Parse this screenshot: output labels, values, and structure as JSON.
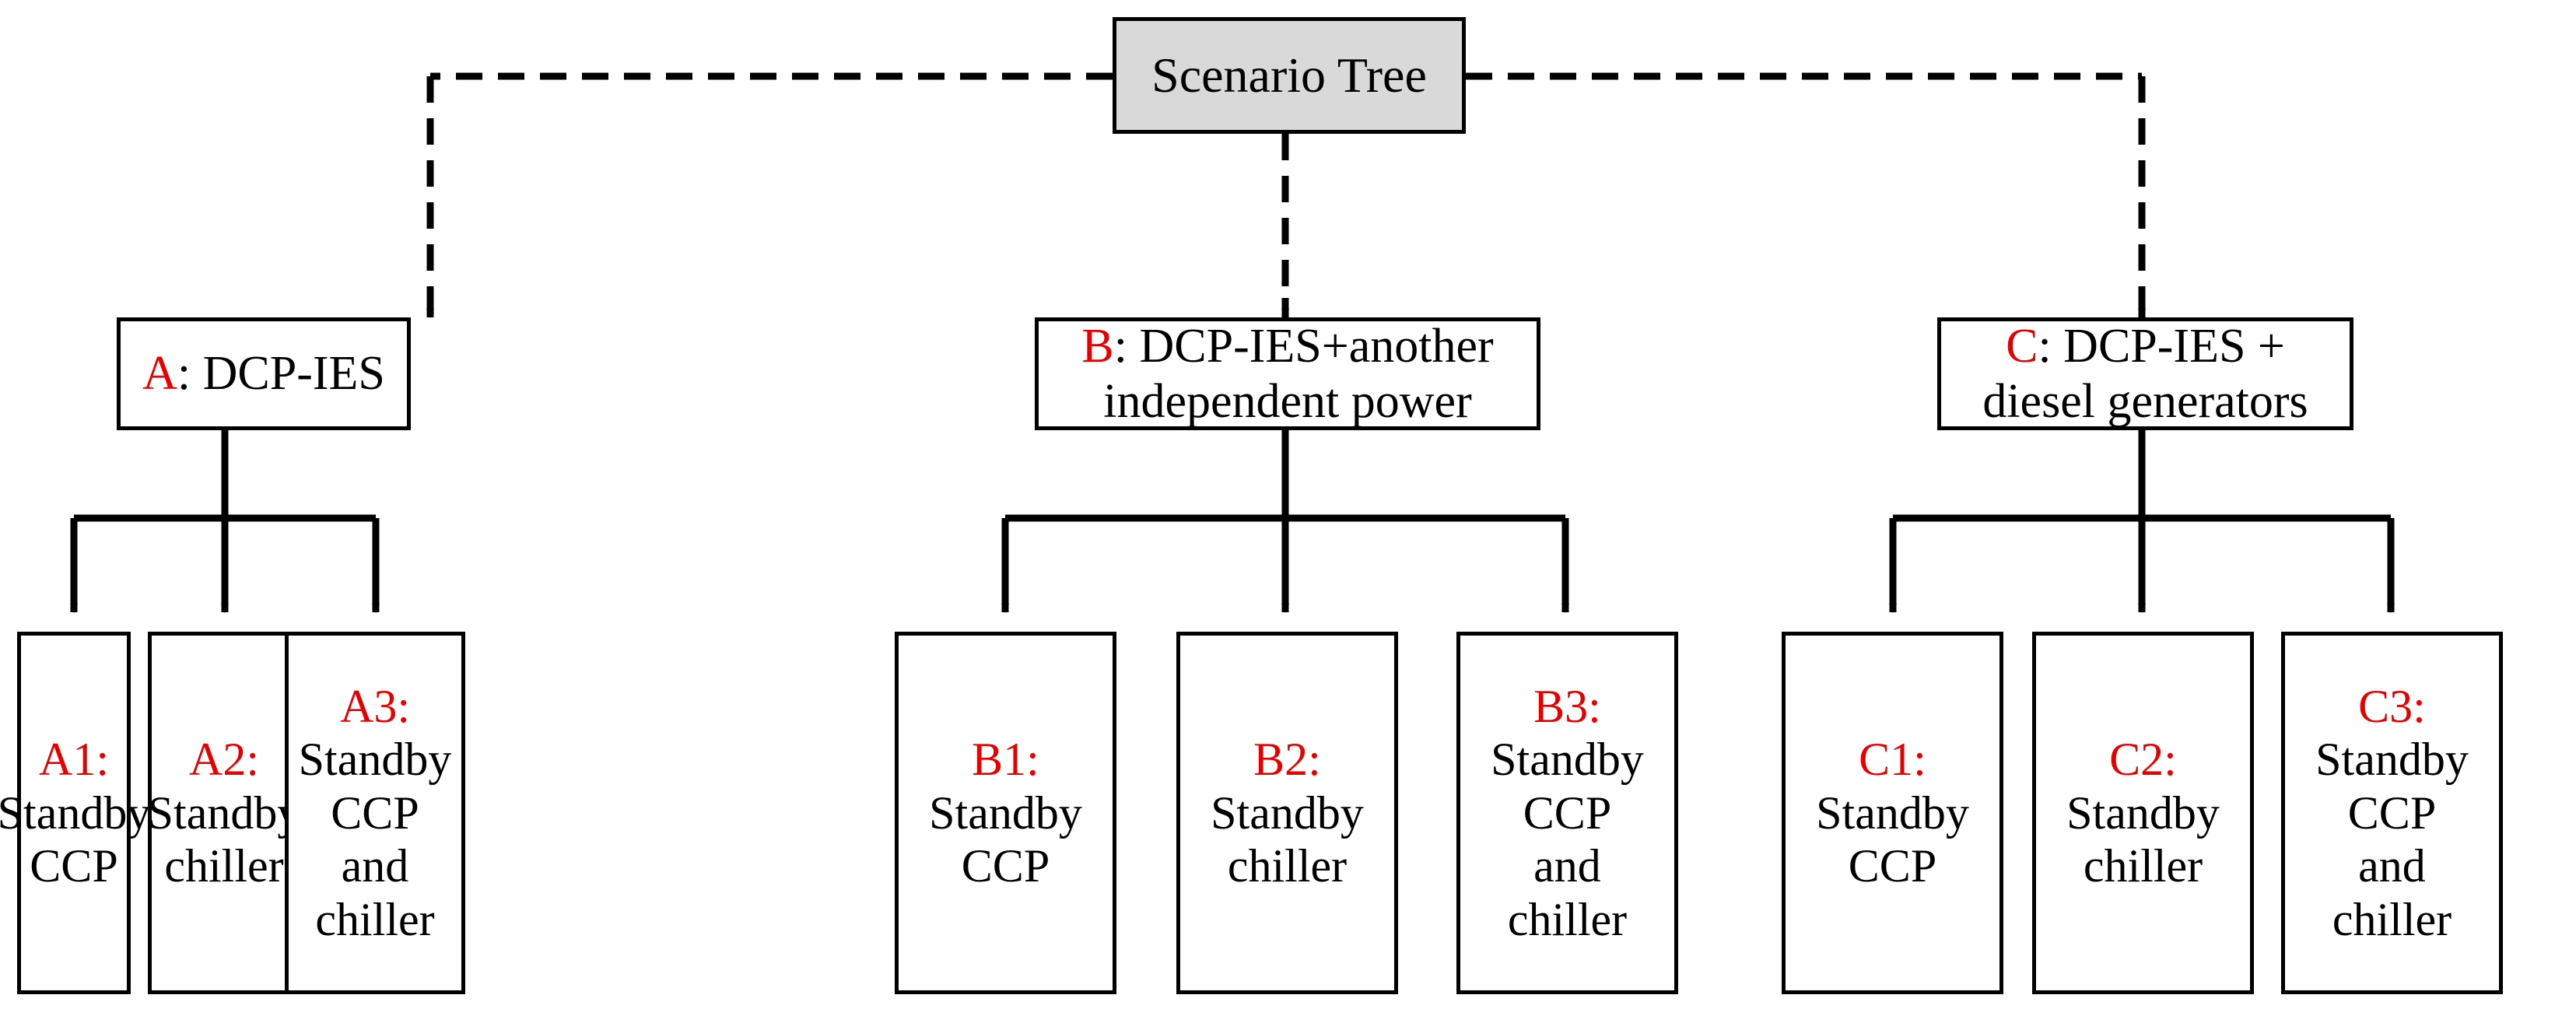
{
  "diagram": {
    "title": "Scenario Tree",
    "root": {
      "label": "Scenario Tree",
      "fill": "#d9d9d9"
    },
    "accent_color": "#e60000",
    "line_color": "#000000",
    "branches": [
      {
        "tag": "A",
        "sep": ":",
        "lines": [
          "A: DCP-IES"
        ],
        "head_line1": "A: DCP-IES",
        "head_line2": "",
        "leaves": [
          {
            "tag": "A1:",
            "lines": [
              "Standby",
              "CCP"
            ]
          },
          {
            "tag": "A2:",
            "lines": [
              "Standby",
              "chiller"
            ]
          },
          {
            "tag": "A3:",
            "lines": [
              "Standby",
              "CCP",
              "and",
              "chiller"
            ]
          }
        ]
      },
      {
        "tag": "B",
        "sep": ":",
        "lines": [
          "B: DCP-IES+another",
          "independent power"
        ],
        "head_line1": "B: DCP-IES+another",
        "head_line2": "independent power",
        "leaves": [
          {
            "tag": "B1:",
            "lines": [
              "Standby",
              "CCP"
            ]
          },
          {
            "tag": "B2:",
            "lines": [
              "Standby",
              "chiller"
            ]
          },
          {
            "tag": "B3:",
            "lines": [
              "Standby",
              "CCP",
              "and",
              "chiller"
            ]
          }
        ]
      },
      {
        "tag": "C",
        "sep": ":",
        "lines": [
          "C: DCP-IES +",
          "diesel generators"
        ],
        "head_line1": "C: DCP-IES +",
        "head_line2": "diesel generators",
        "leaves": [
          {
            "tag": "C1:",
            "lines": [
              "Standby",
              "CCP"
            ]
          },
          {
            "tag": "C2:",
            "lines": [
              "Standby",
              "chiller"
            ]
          },
          {
            "tag": "C3:",
            "lines": [
              "Standby",
              "CCP",
              "and",
              "chiller"
            ]
          }
        ]
      }
    ],
    "text": {
      "root_label": "Scenario Tree",
      "a_tag": "A",
      "a_rest": ": DCP-IES",
      "b_tag": "B",
      "b_rest": ": DCP-IES+another",
      "b_line2": "independent power",
      "c_tag": "C",
      "c_rest": ": DCP-IES +",
      "c_line2": "diesel generators",
      "a1_tag": "A1:",
      "a1_l1": "Standby",
      "a1_l2": "CCP",
      "a2_tag": "A2:",
      "a2_l1": "Standby",
      "a2_l2": "chiller",
      "a3_tag": "A3:",
      "a3_l1": "Standby",
      "a3_l2": "CCP",
      "a3_l3": "and",
      "a3_l4": "chiller",
      "b1_tag": "B1:",
      "b1_l1": "Standby",
      "b1_l2": "CCP",
      "b2_tag": "B2:",
      "b2_l1": "Standby",
      "b2_l2": "chiller",
      "b3_tag": "B3:",
      "b3_l1": "Standby",
      "b3_l2": "CCP",
      "b3_l3": "and",
      "b3_l4": "chiller",
      "c1_tag": "C1:",
      "c1_l1": "Standby",
      "c1_l2": "CCP",
      "c2_tag": "C2:",
      "c2_l1": "Standby",
      "c2_l2": "chiller",
      "c3_tag": "C3:",
      "c3_l1": "Standby",
      "c3_l2": "CCP",
      "c3_l3": "and",
      "c3_l4": "chiller"
    }
  }
}
